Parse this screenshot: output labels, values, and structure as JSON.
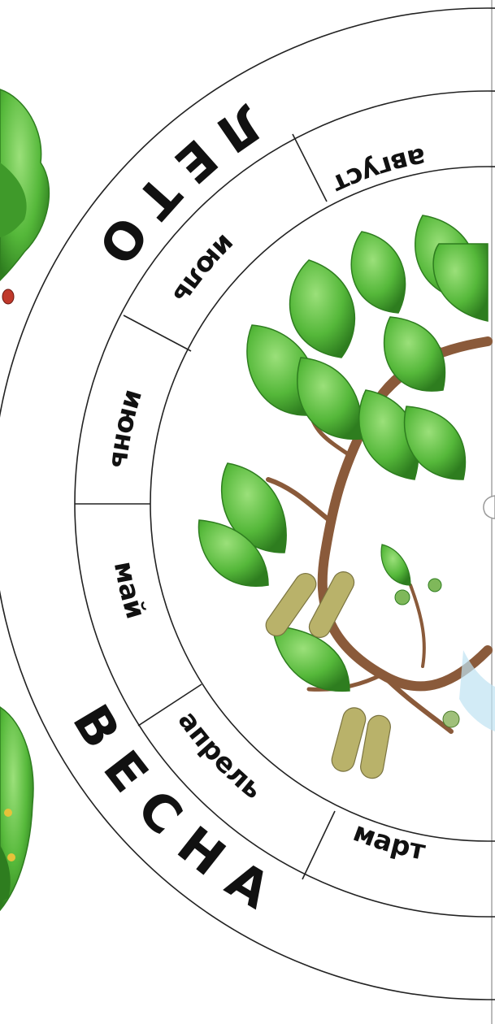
{
  "seasons": {
    "summer": "ЛЕТО",
    "spring": "ВЕСНА"
  },
  "months": {
    "august": "август",
    "july": "июль",
    "june": "июнь",
    "may": "май",
    "april": "апрель",
    "march": "март"
  },
  "colors": {
    "leaf": "#55b83a",
    "leaf_dark": "#2e7d1f",
    "branch": "#8a5a3a",
    "catkin": "#b9b26a",
    "ink": "#111111"
  },
  "illustration": {
    "main": "birch-branch",
    "left_edge": "green-plants"
  }
}
